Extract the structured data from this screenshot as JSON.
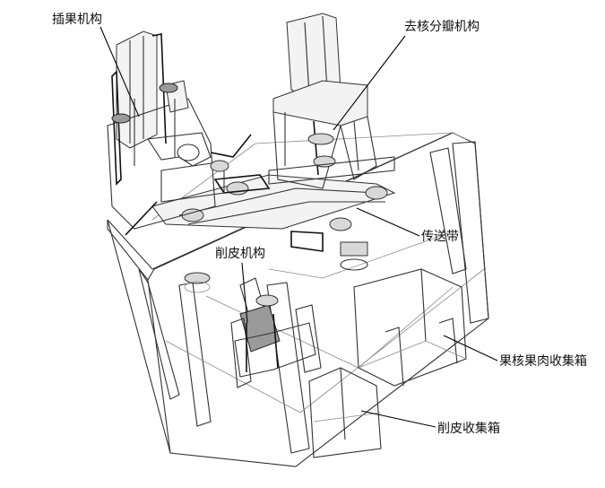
{
  "labels": {
    "insert_fruit": "插果机构",
    "core_split": "去核分瓣机构",
    "conveyor": "传送带",
    "peeling": "削皮机构",
    "core_flesh_box": "果核果肉收集箱",
    "peel_box": "削皮收集箱"
  }
}
